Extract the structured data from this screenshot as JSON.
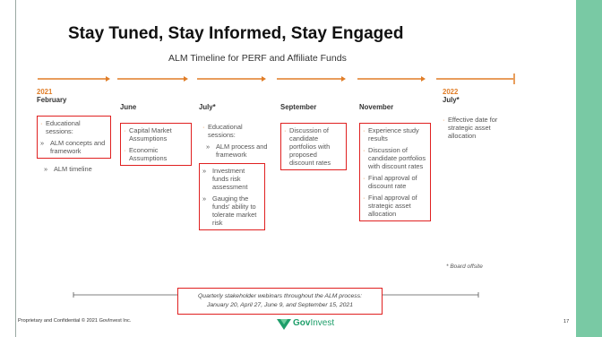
{
  "title": "Stay Tuned, Stay Informed, Stay Engaged",
  "subtitle": "ALM Timeline for PERF and Affiliate Funds",
  "columns": [
    {
      "year": "2021",
      "month": "February",
      "box1": {
        "item": "Educational sessions:",
        "subs": [
          "ALM concepts and framework"
        ]
      },
      "after": {
        "subs": [
          "ALM timeline"
        ]
      }
    },
    {
      "month": "June",
      "box1": {
        "items": [
          "Capital Market Assumptions",
          "Economic Assumptions"
        ]
      }
    },
    {
      "month": "July*",
      "pre": {
        "item": "Educational sessions:",
        "subs": [
          "ALM process and framework"
        ]
      },
      "box1": {
        "subs": [
          "Investment funds risk assessment",
          "Gauging the funds' ability to tolerate market risk"
        ]
      }
    },
    {
      "month": "September",
      "box1": {
        "items": [
          "Discussion of candidate portfolios with proposed discount rates"
        ]
      }
    },
    {
      "month": "November",
      "box1": {
        "items": [
          "Experience study results",
          "Discussion of candidate portfolios with discount rates",
          "Final approval of discount rate",
          "Final approval of strategic asset allocation"
        ]
      }
    },
    {
      "year": "2022",
      "month": "July*",
      "plain": {
        "items": [
          "Effective date for strategic asset allocation"
        ]
      }
    }
  ],
  "board_note": "* Board offsite",
  "webinar": {
    "line1": "Quarterly stakeholder webinars throughout the ALM process:",
    "line2": "January 20, April 27, June 9, and September 15, 2021"
  },
  "footer": "Proprietary and Confidential © 2021 GovInvest Inc.",
  "page_number": "17",
  "logo": {
    "part1": "Gov",
    "part2": "Invest"
  },
  "colors": {
    "accent": "#e07d27",
    "highlight": "#e02020",
    "side_bar": "#79c9a4",
    "logo": "#1e9e6a"
  }
}
